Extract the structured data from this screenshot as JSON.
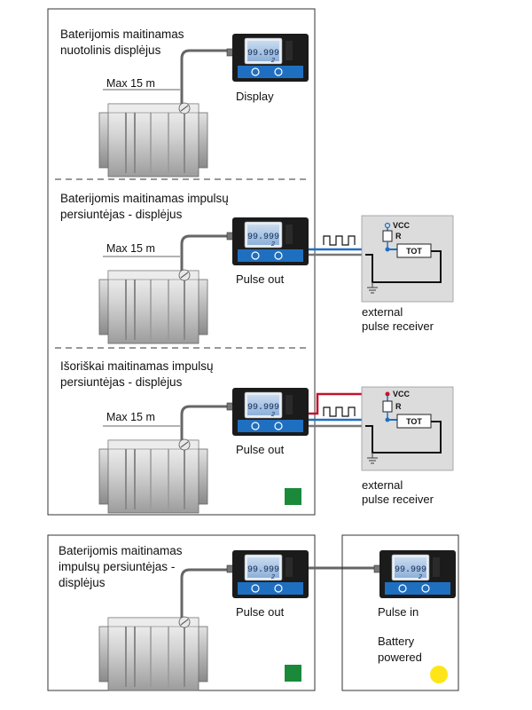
{
  "sections": [
    {
      "title_lines": [
        "Baterijomis maitinamas",
        "nuotolinis displėjus"
      ],
      "cable_label": "Max 15 m",
      "device_label": "Display",
      "lcd_value": "99.999",
      "lcd_sub": "2"
    },
    {
      "title_lines": [
        "Baterijomis maitinamas impulsų",
        "persiuntėjas - displėjus"
      ],
      "cable_label": "Max 15 m",
      "device_label": "Pulse out",
      "lcd_value": "99.999",
      "lcd_sub": "2",
      "receiver": {
        "vcc": "VCC",
        "r": "R",
        "tot": "TOT",
        "caption_lines": [
          "external",
          "pulse receiver"
        ]
      }
    },
    {
      "title_lines": [
        "Išoriškai maitinamas impulsų",
        "persiuntėjas - displėjus"
      ],
      "cable_label": "Max 15 m",
      "device_label": "Pulse out",
      "lcd_value": "99.999",
      "lcd_sub": "2",
      "receiver": {
        "vcc": "VCC",
        "r": "R",
        "tot": "TOT",
        "caption_lines": [
          "external",
          "pulse receiver"
        ]
      }
    }
  ],
  "bottom": {
    "title_lines": [
      "Baterijomis maitinamas",
      "impulsų persiuntėjas -",
      "displėjus"
    ],
    "device_label": "Pulse out",
    "lcd_value": "99.999",
    "lcd_sub": "2",
    "right_panel": {
      "device_label": "Pulse in",
      "lcd_value": "99.999",
      "lcd_sub": "2",
      "power_lines": [
        "Battery",
        "powered"
      ]
    }
  },
  "colors": {
    "green_marker": "#1a8a3a",
    "yellow_marker": "#fde51a",
    "signal_blue": "#1f6fc1",
    "power_red": "#c4122f",
    "device_body": "#1b1b1b",
    "lcd": "#a9c4e4"
  }
}
